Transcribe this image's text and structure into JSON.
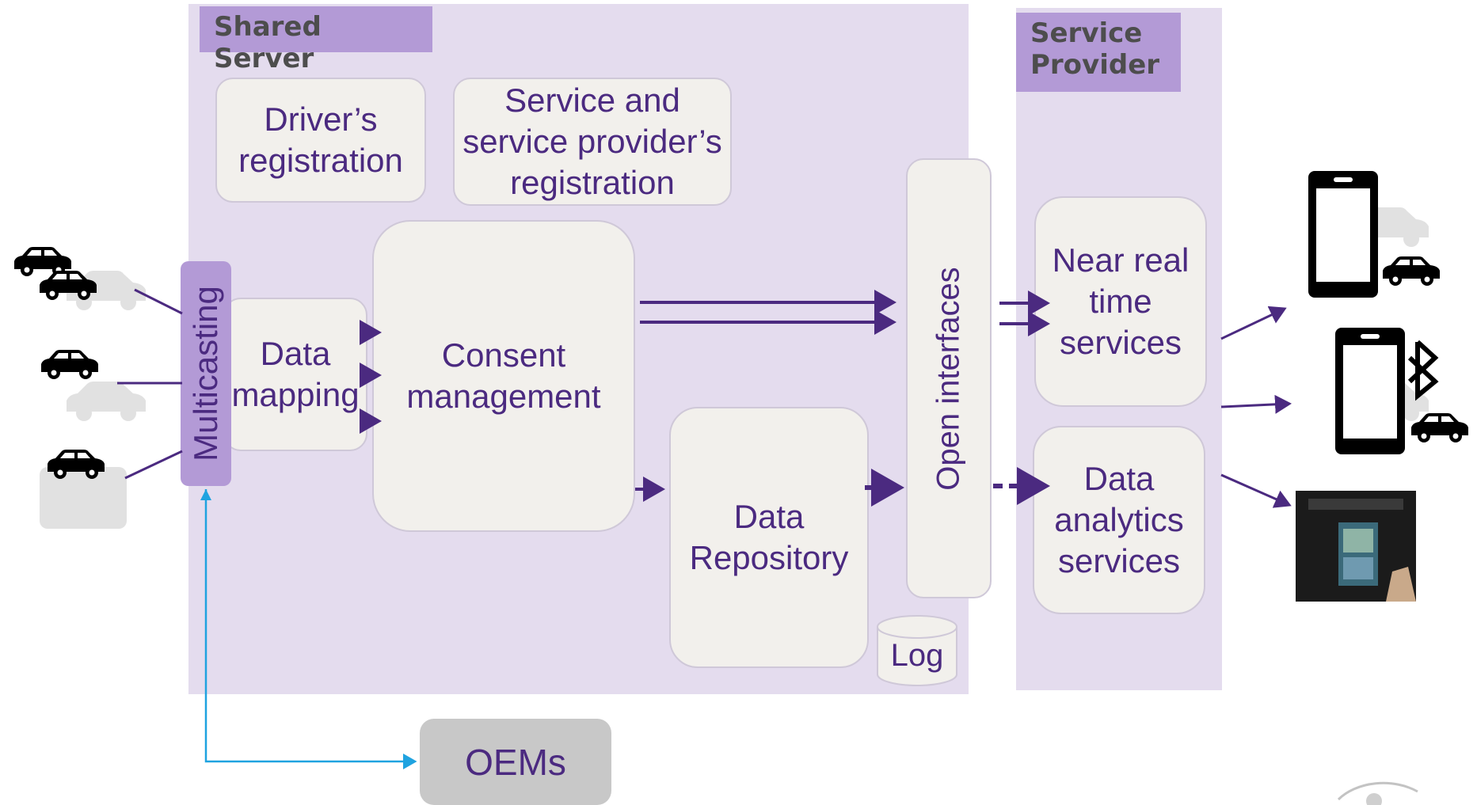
{
  "panels": {
    "shared_server": "Shared Server",
    "service_provider": "Service\nProvider"
  },
  "boxes": {
    "drivers_registration": "Driver’s\nregistration",
    "service_registration": "Service and\nservice provider’s\nregistration",
    "data_mapping": "Data\nmapping",
    "consent_management": "Consent\nmanagement",
    "data_repository": "Data\nRepository",
    "open_interfaces": "Open interfaces",
    "near_real_time": "Near real\ntime\nservices",
    "data_analytics": "Data\nanalytics\nservices",
    "multicasting": "Multicasting",
    "log": "Log",
    "oems": "OEMs"
  },
  "icons": [
    "car-icon",
    "smartphone-icon",
    "bluetooth-icon",
    "infotainment-screen-icon",
    "university-logo"
  ],
  "colors": {
    "panel": "#e4dcee",
    "tag": "#b39ad6",
    "accent": "#4b2a80",
    "multicasting": "#b39ad6",
    "oems": "#c8c8c8",
    "oem_link": "#1fa3e0"
  }
}
